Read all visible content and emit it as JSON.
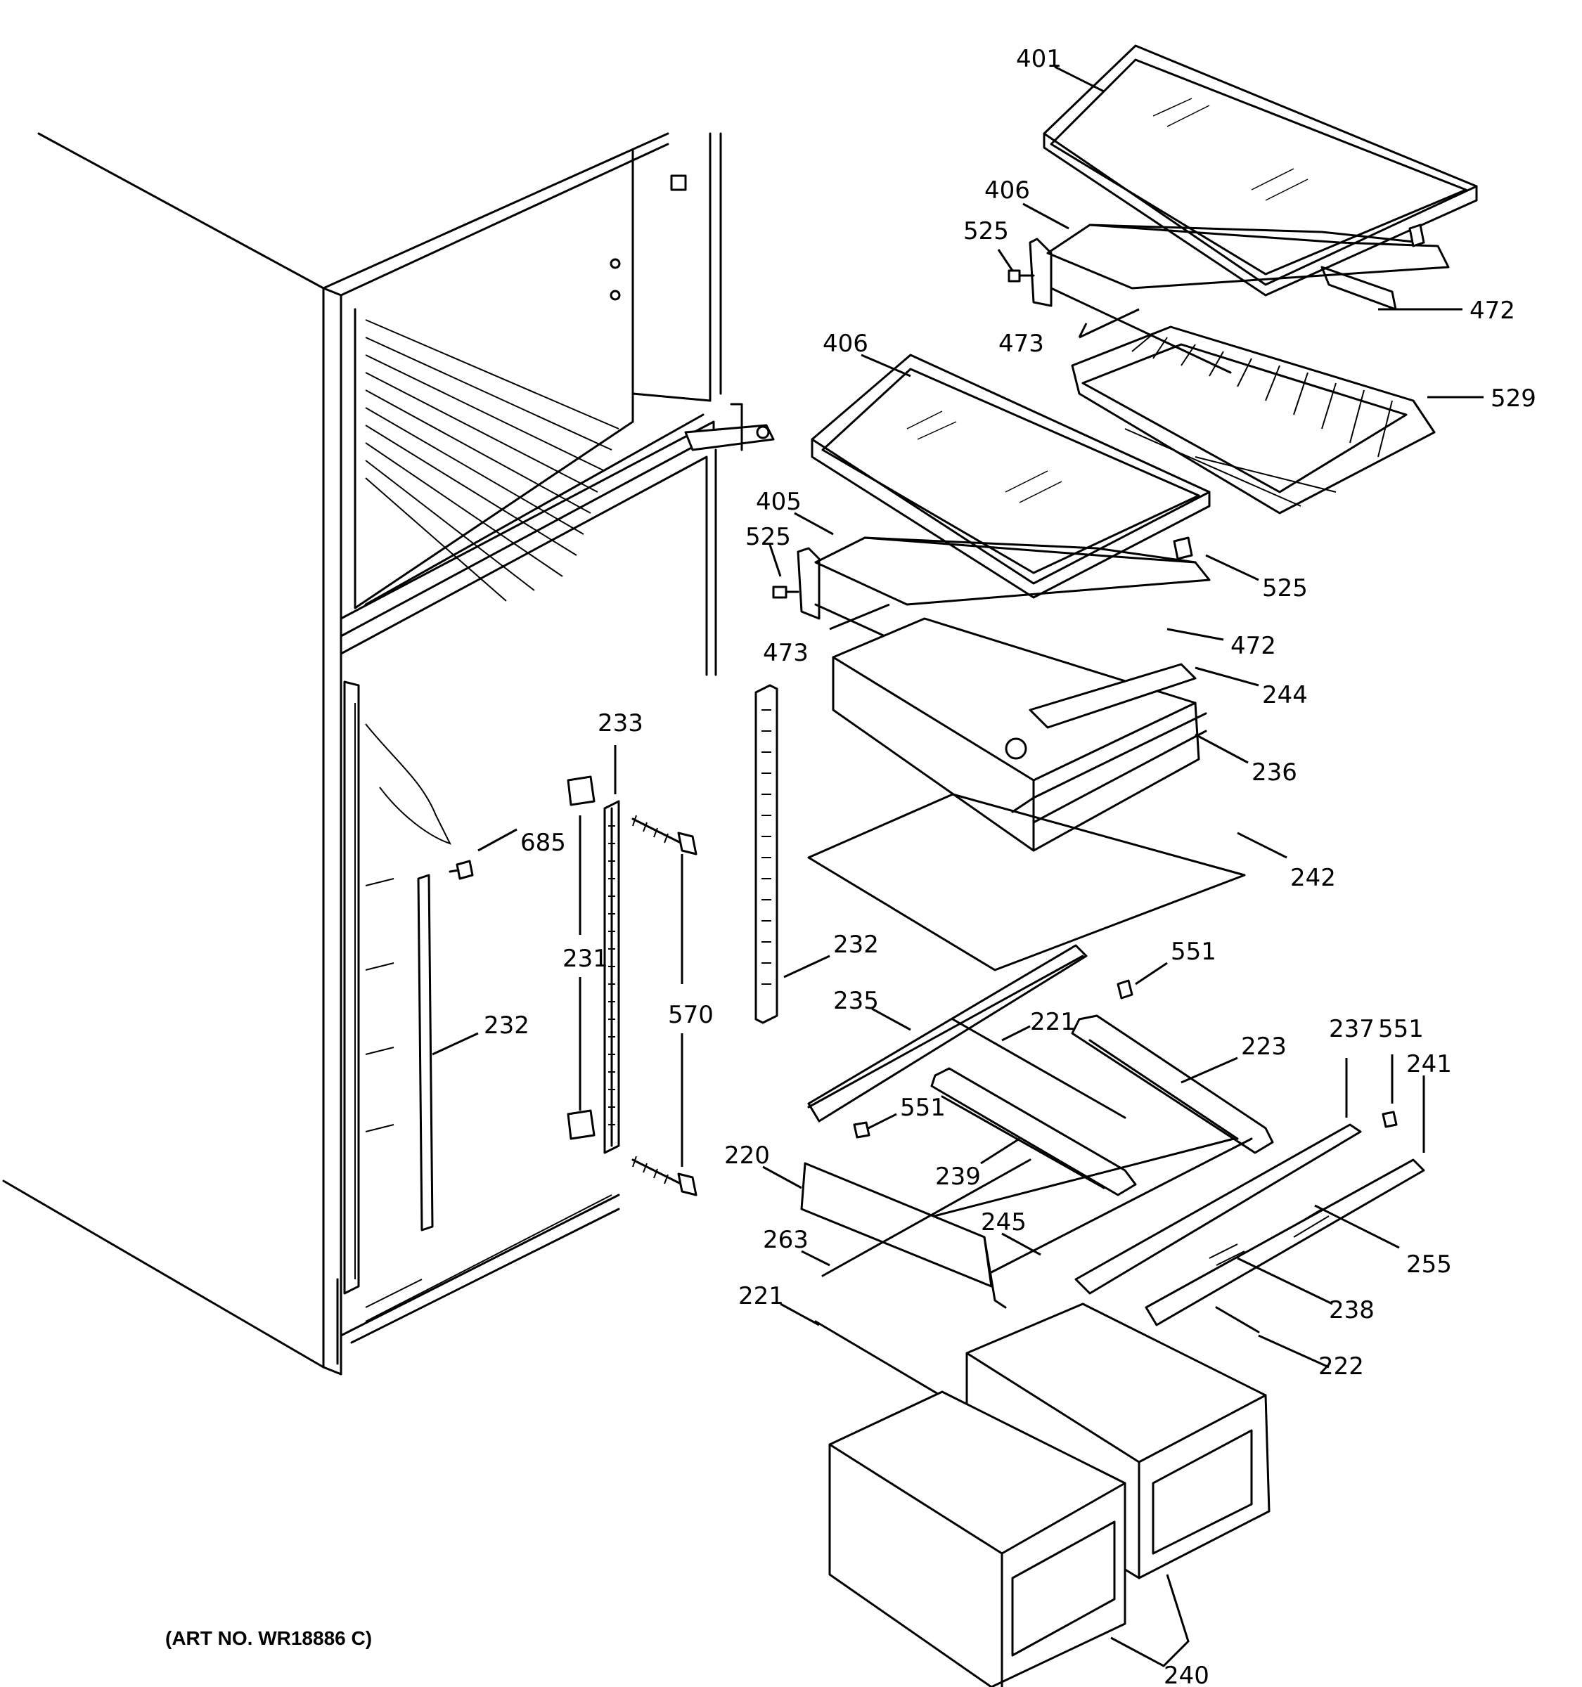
{
  "art_number": "(ART NO. WR18886 C)",
  "callouts": [
    {
      "id": "401",
      "text": "401"
    },
    {
      "id": "406a",
      "text": "406"
    },
    {
      "id": "525a",
      "text": "525"
    },
    {
      "id": "472a",
      "text": "472"
    },
    {
      "id": "473a",
      "text": "473"
    },
    {
      "id": "529",
      "text": "529"
    },
    {
      "id": "406b",
      "text": "406"
    },
    {
      "id": "405",
      "text": "405"
    },
    {
      "id": "525b",
      "text": "525"
    },
    {
      "id": "525c",
      "text": "525"
    },
    {
      "id": "473b",
      "text": "473"
    },
    {
      "id": "472b",
      "text": "472"
    },
    {
      "id": "244",
      "text": "244"
    },
    {
      "id": "236",
      "text": "236"
    },
    {
      "id": "242",
      "text": "242"
    },
    {
      "id": "233",
      "text": "233"
    },
    {
      "id": "685",
      "text": "685"
    },
    {
      "id": "231",
      "text": "231"
    },
    {
      "id": "570",
      "text": "570"
    },
    {
      "id": "232a",
      "text": "232"
    },
    {
      "id": "232b",
      "text": "232"
    },
    {
      "id": "551a",
      "text": "551"
    },
    {
      "id": "235",
      "text": "235"
    },
    {
      "id": "221a",
      "text": "221"
    },
    {
      "id": "223",
      "text": "223"
    },
    {
      "id": "237",
      "text": "237"
    },
    {
      "id": "551b",
      "text": "551"
    },
    {
      "id": "241",
      "text": "241"
    },
    {
      "id": "551c",
      "text": "551"
    },
    {
      "id": "239",
      "text": "239"
    },
    {
      "id": "220",
      "text": "220"
    },
    {
      "id": "263",
      "text": "263"
    },
    {
      "id": "245",
      "text": "245"
    },
    {
      "id": "255",
      "text": "255"
    },
    {
      "id": "238",
      "text": "238"
    },
    {
      "id": "221b",
      "text": "221"
    },
    {
      "id": "222",
      "text": "222"
    },
    {
      "id": "240",
      "text": "240"
    }
  ]
}
